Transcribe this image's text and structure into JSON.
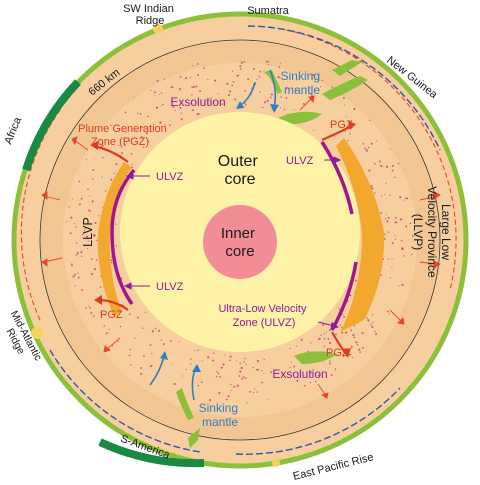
{
  "colors": {
    "background": "#ffffff",
    "mantle": "#f7cf9e",
    "mantle_lower": "#efc089",
    "lithosphere_ring": "#8cc03b",
    "continent": "#198a42",
    "outer_core": "#fdf2a6",
    "inner_core": "#f28c97",
    "llvp": "#f2a82e",
    "ulvz": "#a3138f",
    "pgz_plume": "#e6381f",
    "subduction_dashed": "#2a5aa6",
    "exsolution_dots": "#c2287f",
    "sinking_mantle_text": "#2d7fc2",
    "exsolution_text": "#8e1b9c",
    "pgz_text": "#e03a21",
    "ulvz_text": "#8e1b9c",
    "dark_text": "#1a1a1a"
  },
  "labels": {
    "outer_core": "Outer core",
    "inner_core": "Inner core",
    "llvp_left": "LLVP",
    "llvp_right_long": "Large Low Velocity Province",
    "llvp_right_abbrev": "(LLVP)",
    "ulvz_long": "Ultra-Low Velocity Zone (ULVZ)",
    "ulvz": "ULVZ",
    "pgz_long": "Plume Generation Zone (PGZ)",
    "pgz": "PGZ",
    "sinking_mantle": "Sinking mantle",
    "exsolution": "Exsolution",
    "depth_660": "660 km"
  },
  "places": {
    "sumatra": "Sumatra",
    "sw_indian_ridge": "SW Indian Ridge",
    "new_guinea": "New Guinea",
    "africa": "Africa",
    "mid_atlantic_ridge": "Mid-Atlantic Ridge",
    "s_america": "S-America",
    "east_pacific_rise": "East Pacific Rise"
  }
}
